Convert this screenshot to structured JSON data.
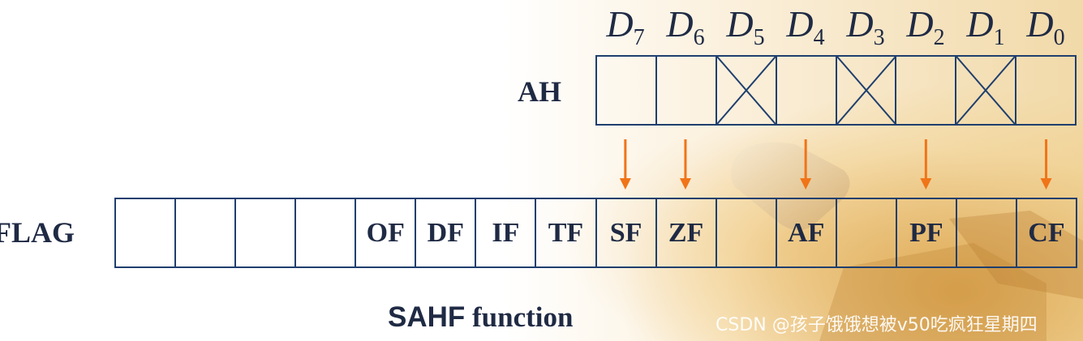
{
  "bit_labels": [
    {
      "letter": "D",
      "sub": "7"
    },
    {
      "letter": "D",
      "sub": "6"
    },
    {
      "letter": "D",
      "sub": "5"
    },
    {
      "letter": "D",
      "sub": "4"
    },
    {
      "letter": "D",
      "sub": "3"
    },
    {
      "letter": "D",
      "sub": "2"
    },
    {
      "letter": "D",
      "sub": "1"
    },
    {
      "letter": "D",
      "sub": "0"
    }
  ],
  "ah": {
    "label": "AH",
    "crossed_bits": [
      "D5",
      "D3",
      "D1"
    ]
  },
  "flag": {
    "label": "FLAG",
    "cells": [
      "",
      "",
      "",
      "",
      "OF",
      "DF",
      "IF",
      "TF",
      "SF",
      "ZF",
      "",
      "AF",
      "",
      "PF",
      "",
      "CF"
    ]
  },
  "arrows_to": [
    "SF",
    "ZF",
    "AF",
    "PF",
    "CF"
  ],
  "caption": {
    "bold": "SAHF",
    "rest": " function"
  },
  "watermark": "CSDN @孩子饿饿想被v50吃疯狂星期四",
  "colors": {
    "border": "#1f3f6e",
    "text": "#1f2a44",
    "arrow": "#f07418"
  }
}
